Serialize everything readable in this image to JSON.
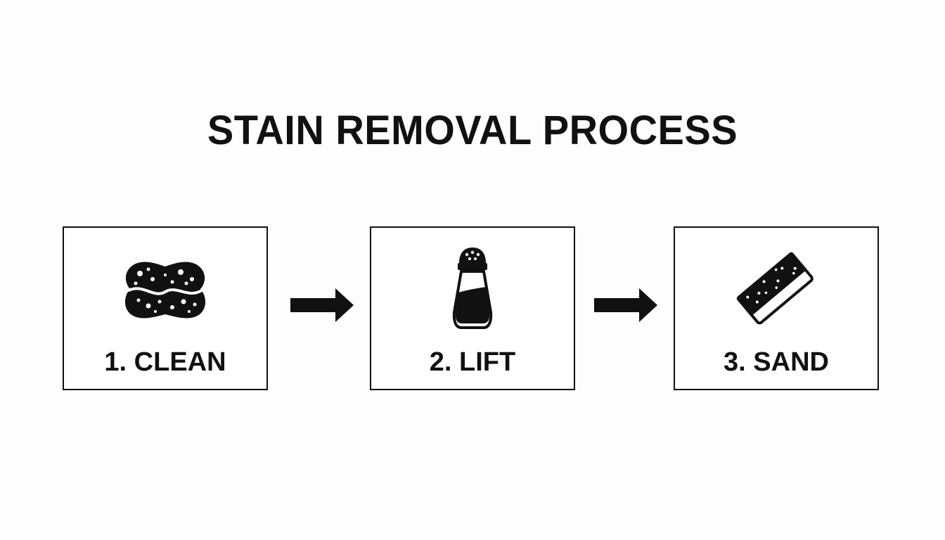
{
  "title": "STAIN REMOVAL PROCESS",
  "steps": [
    {
      "label": "1. CLEAN",
      "icon": "sponge-icon"
    },
    {
      "label": "2. LIFT",
      "icon": "salt-shaker-icon"
    },
    {
      "label": "3. SAND",
      "icon": "sanding-block-icon"
    }
  ],
  "arrows": [
    "arrow-right-icon",
    "arrow-right-icon"
  ],
  "colors": {
    "ink": "#111111",
    "background": "#fdfdfd"
  }
}
